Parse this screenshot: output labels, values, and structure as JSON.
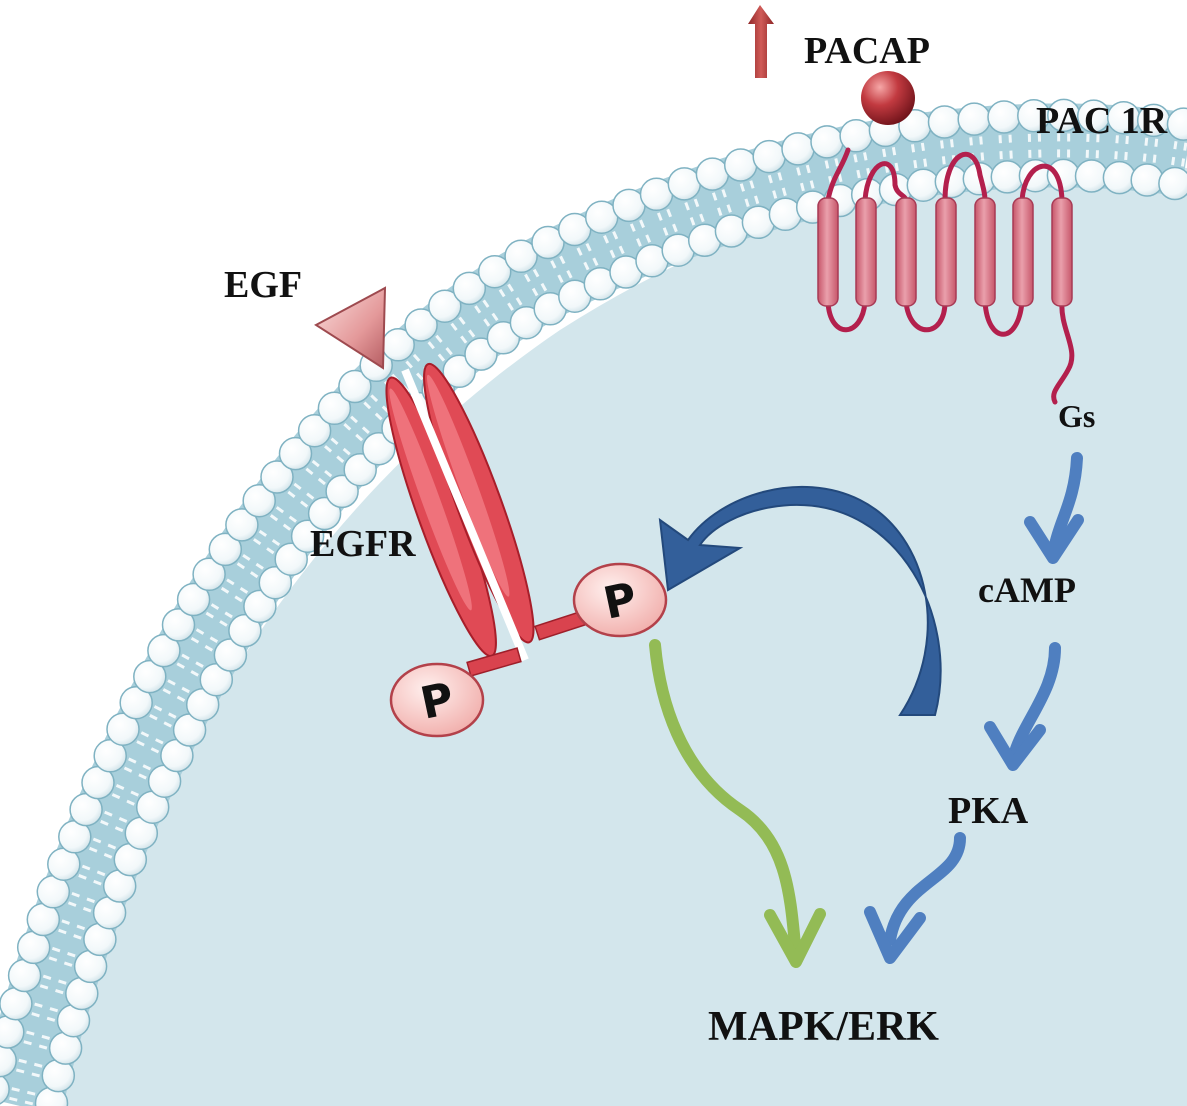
{
  "labels": {
    "pacap": "PACAP",
    "pac1r": "PAC 1R",
    "egf": "EGF",
    "egfr": "EGFR",
    "gs": "Gs",
    "camp": "cAMP",
    "pka": "PKA",
    "mapk_erk": "MAPK/ERK",
    "phospho": "P"
  },
  "colors": {
    "cytoplasm": "#d3e6ec",
    "membrane_band": "#a8cfdb",
    "lipid_head_stroke": "#7fb2c2",
    "receptor": "#d9707f",
    "receptor_loop": "#b3204d",
    "egfr": "#e04a55",
    "pacap_ball": "#b82e36",
    "up_arrow": "#b83a3a",
    "signal_arrow": "#4f7fc0",
    "feedback_arrow": "#335f9a",
    "mapk_arrow": "#93bb55",
    "phospho_fill": "#f6c6c2"
  },
  "icons": {
    "up_arrow": "increase-arrow-icon",
    "ligand": "pacap-ball-icon",
    "egf": "egf-triangle-icon"
  }
}
